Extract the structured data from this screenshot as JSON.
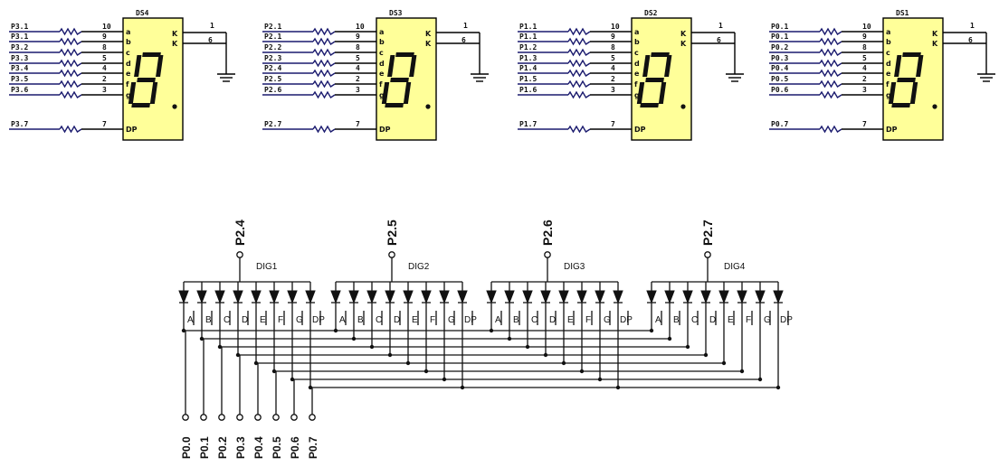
{
  "top_displays": [
    {
      "name": "DS4",
      "pins": [
        "P3.1",
        "P3.1",
        "P3.2",
        "P3.3",
        "P3.4",
        "P3.5",
        "P3.6",
        "P3.7"
      ]
    },
    {
      "name": "DS3",
      "pins": [
        "P2.1",
        "P2.1",
        "P2.2",
        "P2.3",
        "P2.4",
        "P2.5",
        "P2.6",
        "P2.7"
      ]
    },
    {
      "name": "DS2",
      "pins": [
        "P1.1",
        "P1.1",
        "P1.2",
        "P1.3",
        "P1.4",
        "P1.5",
        "P1.6",
        "P1.7"
      ]
    },
    {
      "name": "DS1",
      "pins": [
        "P0.1",
        "P0.1",
        "P0.2",
        "P0.3",
        "P0.4",
        "P0.5",
        "P0.6",
        "P0.7"
      ]
    }
  ],
  "pin_numbers": [
    "10",
    "9",
    "8",
    "5",
    "4",
    "2",
    "3",
    "7"
  ],
  "segment_letters": [
    "a",
    "b",
    "c",
    "d",
    "e",
    "f",
    "g",
    "DP"
  ],
  "common_labels": [
    "K",
    "K"
  ],
  "common_pins": [
    "1",
    "6"
  ],
  "digits": [
    {
      "name": "DIG1",
      "port": "P2.4"
    },
    {
      "name": "DIG2",
      "port": "P2.5"
    },
    {
      "name": "DIG3",
      "port": "P2.6"
    },
    {
      "name": "DIG4",
      "port": "P2.7"
    }
  ],
  "bottom_segment_labels": [
    "A",
    "B",
    "C",
    "D",
    "E",
    "F",
    "G",
    "DP"
  ],
  "data_ports": [
    "P0.0",
    "P0.1",
    "P0.2",
    "P0.3",
    "P0.4",
    "P0.5",
    "P0.6",
    "P0.7"
  ]
}
